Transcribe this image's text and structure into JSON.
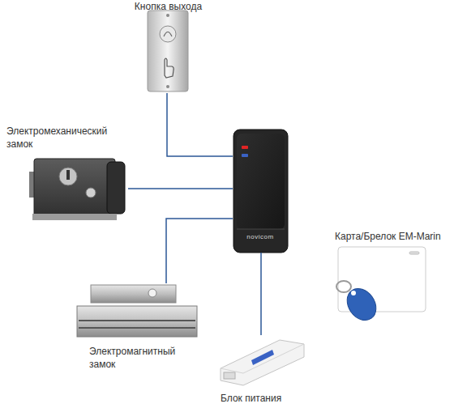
{
  "diagram": {
    "nodes": [
      {
        "text": [
          "Кнопка выхода"
        ]
      },
      {
        "text": [
          "Электромеханический замок"
        ]
      },
      {
        "text": [
          "novicom"
        ]
      },
      {
        "text": [
          "Карта/Брелок EM-Marin"
        ]
      },
      {
        "text": [
          "Электромагнитный замок"
        ]
      },
      {
        "text": [
          "Блок питания"
        ]
      }
    ],
    "edges": [
      {
        "from": 2,
        "to": 0,
        "arrow": "none"
      },
      {
        "from": 2,
        "to": 1,
        "arrow": "none"
      },
      {
        "from": 2,
        "to": 4,
        "arrow": "none"
      },
      {
        "from": 2,
        "to": 5,
        "arrow": "none"
      }
    ]
  }
}
